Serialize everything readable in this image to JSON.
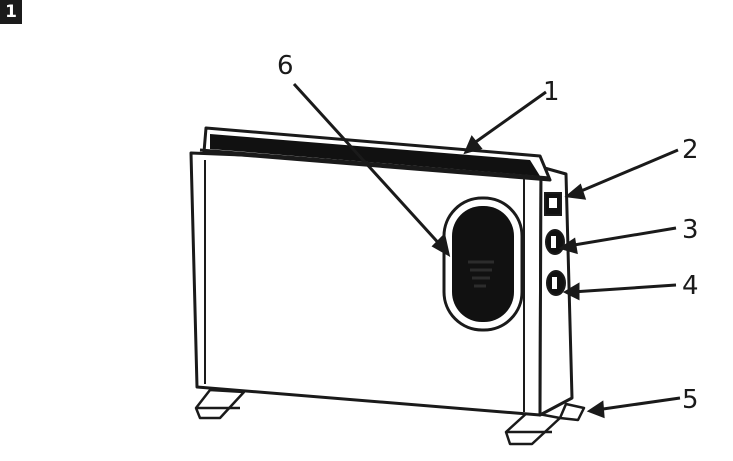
{
  "figure_number": "1",
  "callouts": [
    "1",
    "2",
    "3",
    "4",
    "5",
    "6"
  ],
  "colors": {
    "ink": "#1a1a1a",
    "panel": "#ffffff",
    "window": "#111111"
  }
}
